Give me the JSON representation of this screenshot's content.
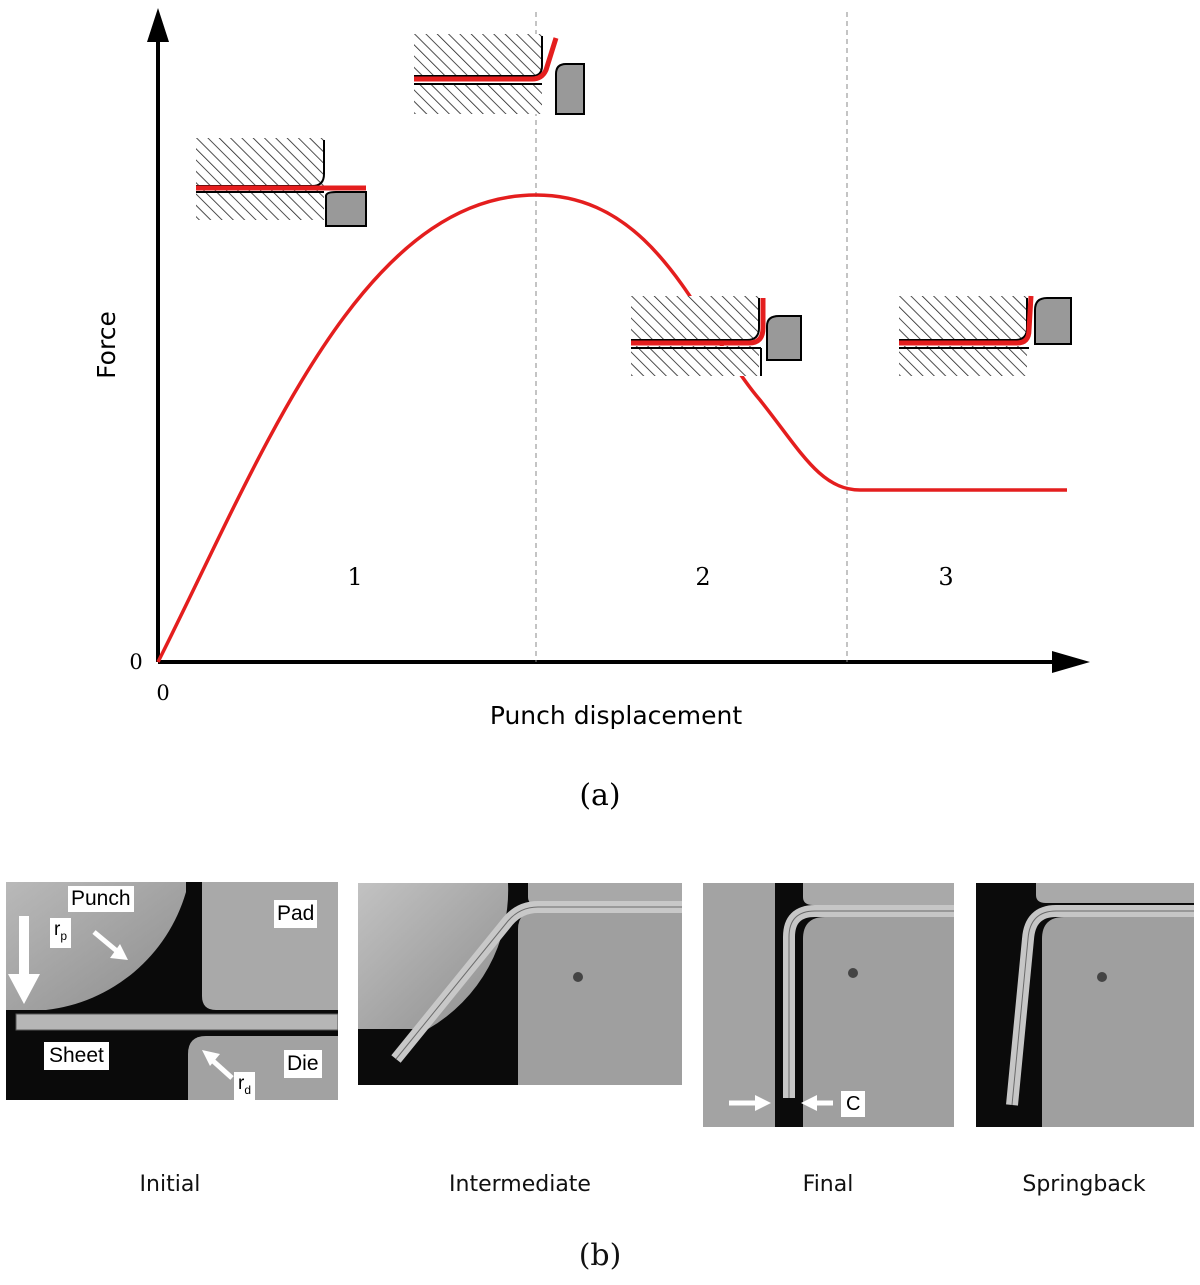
{
  "panel_a": {
    "y_axis_label": "Force",
    "x_axis_label": "Punch displacement",
    "origin_x": "0",
    "origin_y": "0",
    "regions": [
      "1",
      "2",
      "3"
    ],
    "caption": "(a)",
    "curve_color": "#e41e1e"
  },
  "panel_b": {
    "labels": {
      "punch": "Punch",
      "pad": "Pad",
      "sheet": "Sheet",
      "die": "Die",
      "rp_main": "r",
      "rp_sub": "p",
      "rd_main": "r",
      "rd_sub": "d",
      "clearance": "C"
    },
    "stages": [
      "Initial",
      "Intermediate",
      "Final",
      "Springback"
    ],
    "caption": "(b)"
  }
}
